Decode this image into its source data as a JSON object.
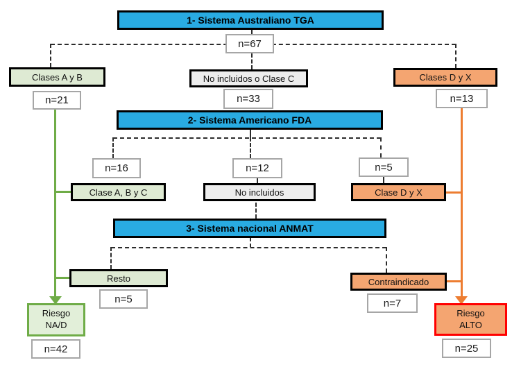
{
  "colors": {
    "header_fill": "#29ABE2",
    "green_fill": "#DEEAD3",
    "green_light_fill": "#E2EFD9",
    "green_line": "#6FAC47",
    "gray_fill": "#EDEDED",
    "orange_fill": "#F4A571",
    "orange_line": "#ED7D31",
    "red_border": "#FF0000",
    "count_border": "#A6A6A6",
    "dash_color": "#2B2B2B"
  },
  "levels": {
    "tga": {
      "title": "1- Sistema Australiano TGA",
      "total": "n=67"
    },
    "fda": {
      "title": "2- Sistema Americano FDA"
    },
    "anmat": {
      "title": "3- Sistema nacional ANMAT"
    }
  },
  "nodes": {
    "tga_ab": {
      "label": "Clases A y B",
      "count": "n=21"
    },
    "tga_noinc": {
      "label": "No incluidos o Clase C",
      "count": "n=33"
    },
    "tga_dx": {
      "label": "Clases D y X",
      "count": "n=13"
    },
    "fda_abc": {
      "label": "Clase A, B y C",
      "count": "n=16"
    },
    "fda_noinc": {
      "label": "No incluidos",
      "count": "n=12"
    },
    "fda_dx": {
      "label": "Clase D y X",
      "count": "n=5"
    },
    "anmat_resto": {
      "label": "Resto",
      "count": "n=5"
    },
    "anmat_contra": {
      "label": "Contraindicado",
      "count": "n=7"
    }
  },
  "outcomes": {
    "low": {
      "line1": "Riesgo",
      "line2": "NA/D",
      "count": "n=42"
    },
    "high": {
      "line1": "Riesgo",
      "line2": "ALTO",
      "count": "n=25"
    }
  }
}
